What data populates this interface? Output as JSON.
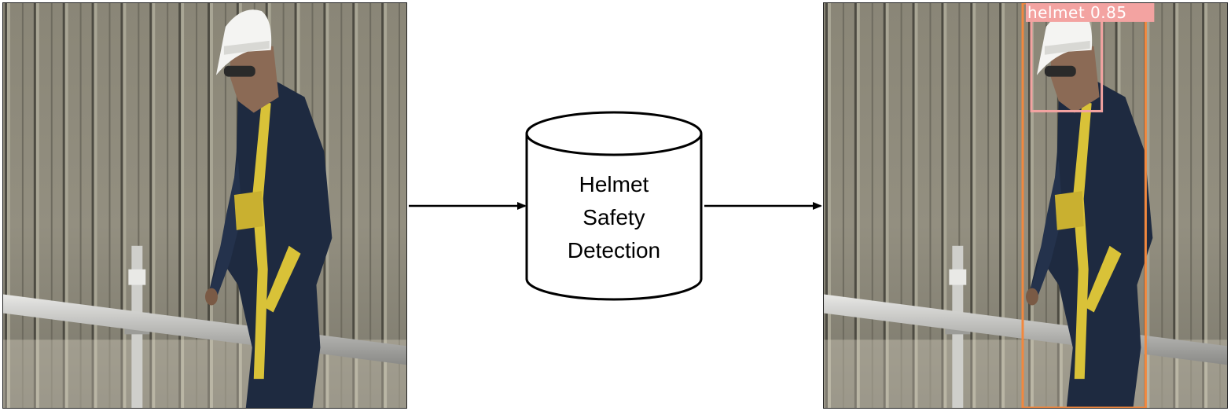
{
  "input_image": {
    "description_icon": "worker-photo",
    "colors": {
      "wall": "#8d8a7a",
      "uniform": "#1e2a40",
      "harness": "#d9c238",
      "helmet": "#f4f4f2"
    }
  },
  "process": {
    "lines": [
      "Helmet",
      "Safety",
      "Detection"
    ]
  },
  "output_image": {
    "detections": [
      {
        "label": "helmet",
        "score": "0.85",
        "color": "#f3a3a1"
      }
    ],
    "person_box_color": "#f2883e"
  },
  "arrows": {
    "color": "#000000"
  }
}
